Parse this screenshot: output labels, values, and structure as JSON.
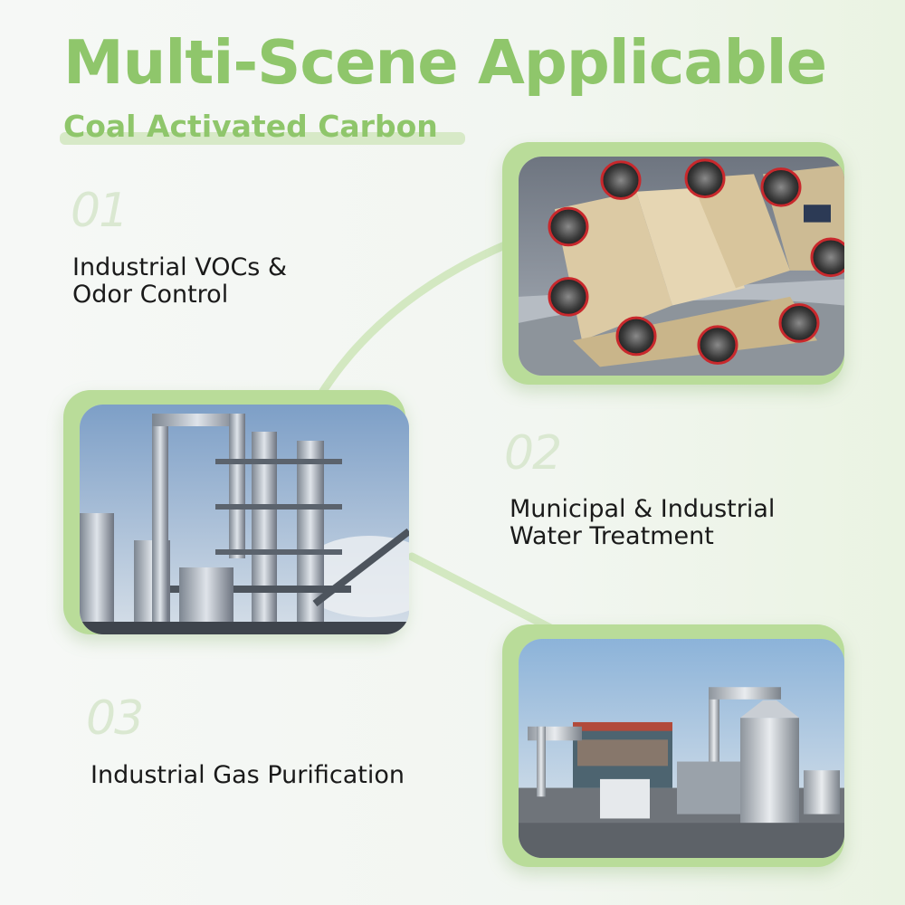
{
  "header": {
    "title": "Multi-Scene Applicable",
    "subtitle": "Coal Activated Carbon"
  },
  "scenes": [
    {
      "number": "01",
      "label_lines": [
        "Industrial VOCs &",
        "Odor Control"
      ],
      "photo": "car-interior-photo"
    },
    {
      "number": "02",
      "label_lines": [
        "Municipal & Industrial",
        "Water Treatment"
      ],
      "photo": "industrial-plant-photo"
    },
    {
      "number": "03",
      "label_lines": [
        "Industrial Gas Purification"
      ],
      "photo": "gas-purification-photo"
    }
  ],
  "colors": {
    "accent": "#8fc66b",
    "frame": "#b9dc99",
    "connector": "#d3e8c1",
    "number": "#dae8d1",
    "text": "#1a1a1a"
  }
}
